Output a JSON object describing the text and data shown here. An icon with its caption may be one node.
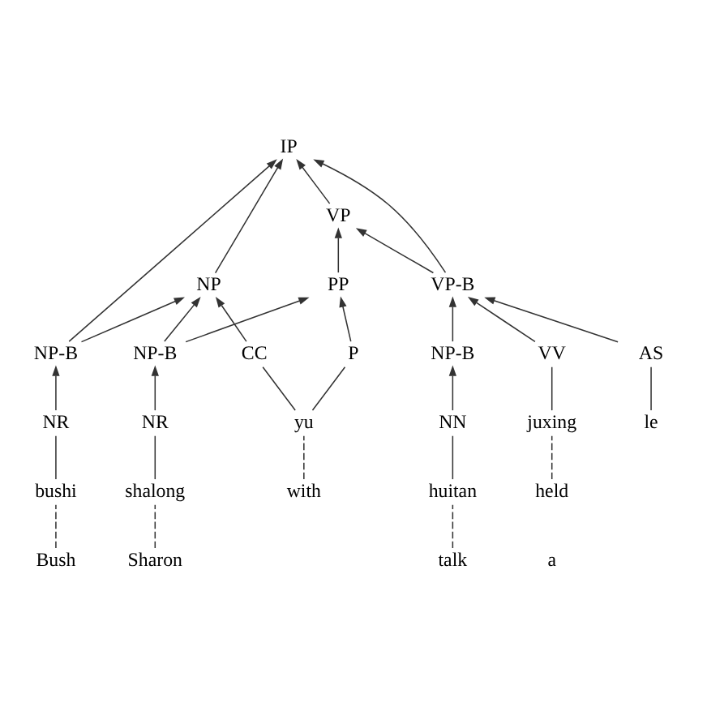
{
  "diagram": {
    "nodes": [
      {
        "text": [
          "IP"
        ]
      },
      {
        "text": [
          "NP"
        ]
      },
      {
        "text": [
          "VP"
        ]
      },
      {
        "text": [
          "PP"
        ]
      },
      {
        "text": [
          "VP-B"
        ]
      },
      {
        "text": [
          "NP-B"
        ]
      },
      {
        "text": [
          "NP-B"
        ]
      },
      {
        "text": [
          "NP-B"
        ]
      },
      {
        "text": [
          "NR"
        ]
      },
      {
        "text": [
          "CC"
        ]
      },
      {
        "text": [
          "P"
        ]
      },
      {
        "text": [
          "NR"
        ]
      },
      {
        "text": [
          "VV"
        ]
      },
      {
        "text": [
          "AS"
        ]
      },
      {
        "text": [
          "NN"
        ]
      },
      {
        "text": [
          "bushi"
        ]
      },
      {
        "text": [
          "yu"
        ]
      },
      {
        "text": [
          "shalong"
        ]
      },
      {
        "text": [
          "juxing"
        ]
      },
      {
        "text": [
          "le"
        ]
      },
      {
        "text": [
          "huitan"
        ]
      },
      {
        "text": [
          "Bush"
        ]
      },
      {
        "text": [
          "held"
        ]
      },
      {
        "text": [
          "a"
        ]
      },
      {
        "text": [
          "talk"
        ]
      },
      {
        "text": [
          "with"
        ]
      },
      {
        "text": [
          "Sharon"
        ]
      }
    ],
    "edges": [
      {
        "from": 5,
        "to": 0,
        "arrow": "to"
      },
      {
        "from": 1,
        "to": 0,
        "arrow": "to"
      },
      {
        "from": 2,
        "to": 0,
        "arrow": "to"
      },
      {
        "from": 4,
        "to": 0,
        "arrow": "to"
      },
      {
        "from": 5,
        "to": 1,
        "arrow": "to"
      },
      {
        "from": 9,
        "to": 1,
        "arrow": "to"
      },
      {
        "from": 6,
        "to": 1,
        "arrow": "to"
      },
      {
        "from": 3,
        "to": 2,
        "arrow": "to"
      },
      {
        "from": 4,
        "to": 2,
        "arrow": "to"
      },
      {
        "from": 10,
        "to": 3,
        "arrow": "to"
      },
      {
        "from": 6,
        "to": 3,
        "arrow": "to"
      },
      {
        "from": 12,
        "to": 4,
        "arrow": "to"
      },
      {
        "from": 13,
        "to": 4,
        "arrow": "to"
      },
      {
        "from": 7,
        "to": 4,
        "arrow": "to"
      },
      {
        "from": 8,
        "to": 5,
        "arrow": "to"
      },
      {
        "from": 11,
        "to": 6,
        "arrow": "to"
      },
      {
        "from": 14,
        "to": 7,
        "arrow": "to"
      },
      {
        "from": 15,
        "to": 8,
        "arrow": "none"
      },
      {
        "from": 16,
        "to": 9,
        "arrow": "none"
      },
      {
        "from": 16,
        "to": 10,
        "arrow": "none"
      },
      {
        "from": 17,
        "to": 11,
        "arrow": "none"
      },
      {
        "from": 18,
        "to": 12,
        "arrow": "none"
      },
      {
        "from": 19,
        "to": 13,
        "arrow": "none"
      },
      {
        "from": 20,
        "to": 14,
        "arrow": "none"
      },
      {
        "from": 21,
        "to": 15,
        "arrow": "none",
        "style": "dashed"
      },
      {
        "from": 22,
        "to": 18,
        "arrow": "none",
        "style": "dashed"
      },
      {
        "from": 24,
        "to": 20,
        "arrow": "none",
        "style": "dashed"
      },
      {
        "from": 25,
        "to": 16,
        "arrow": "none",
        "style": "dashed"
      },
      {
        "from": 26,
        "to": 17,
        "arrow": "none",
        "style": "dashed"
      }
    ]
  }
}
